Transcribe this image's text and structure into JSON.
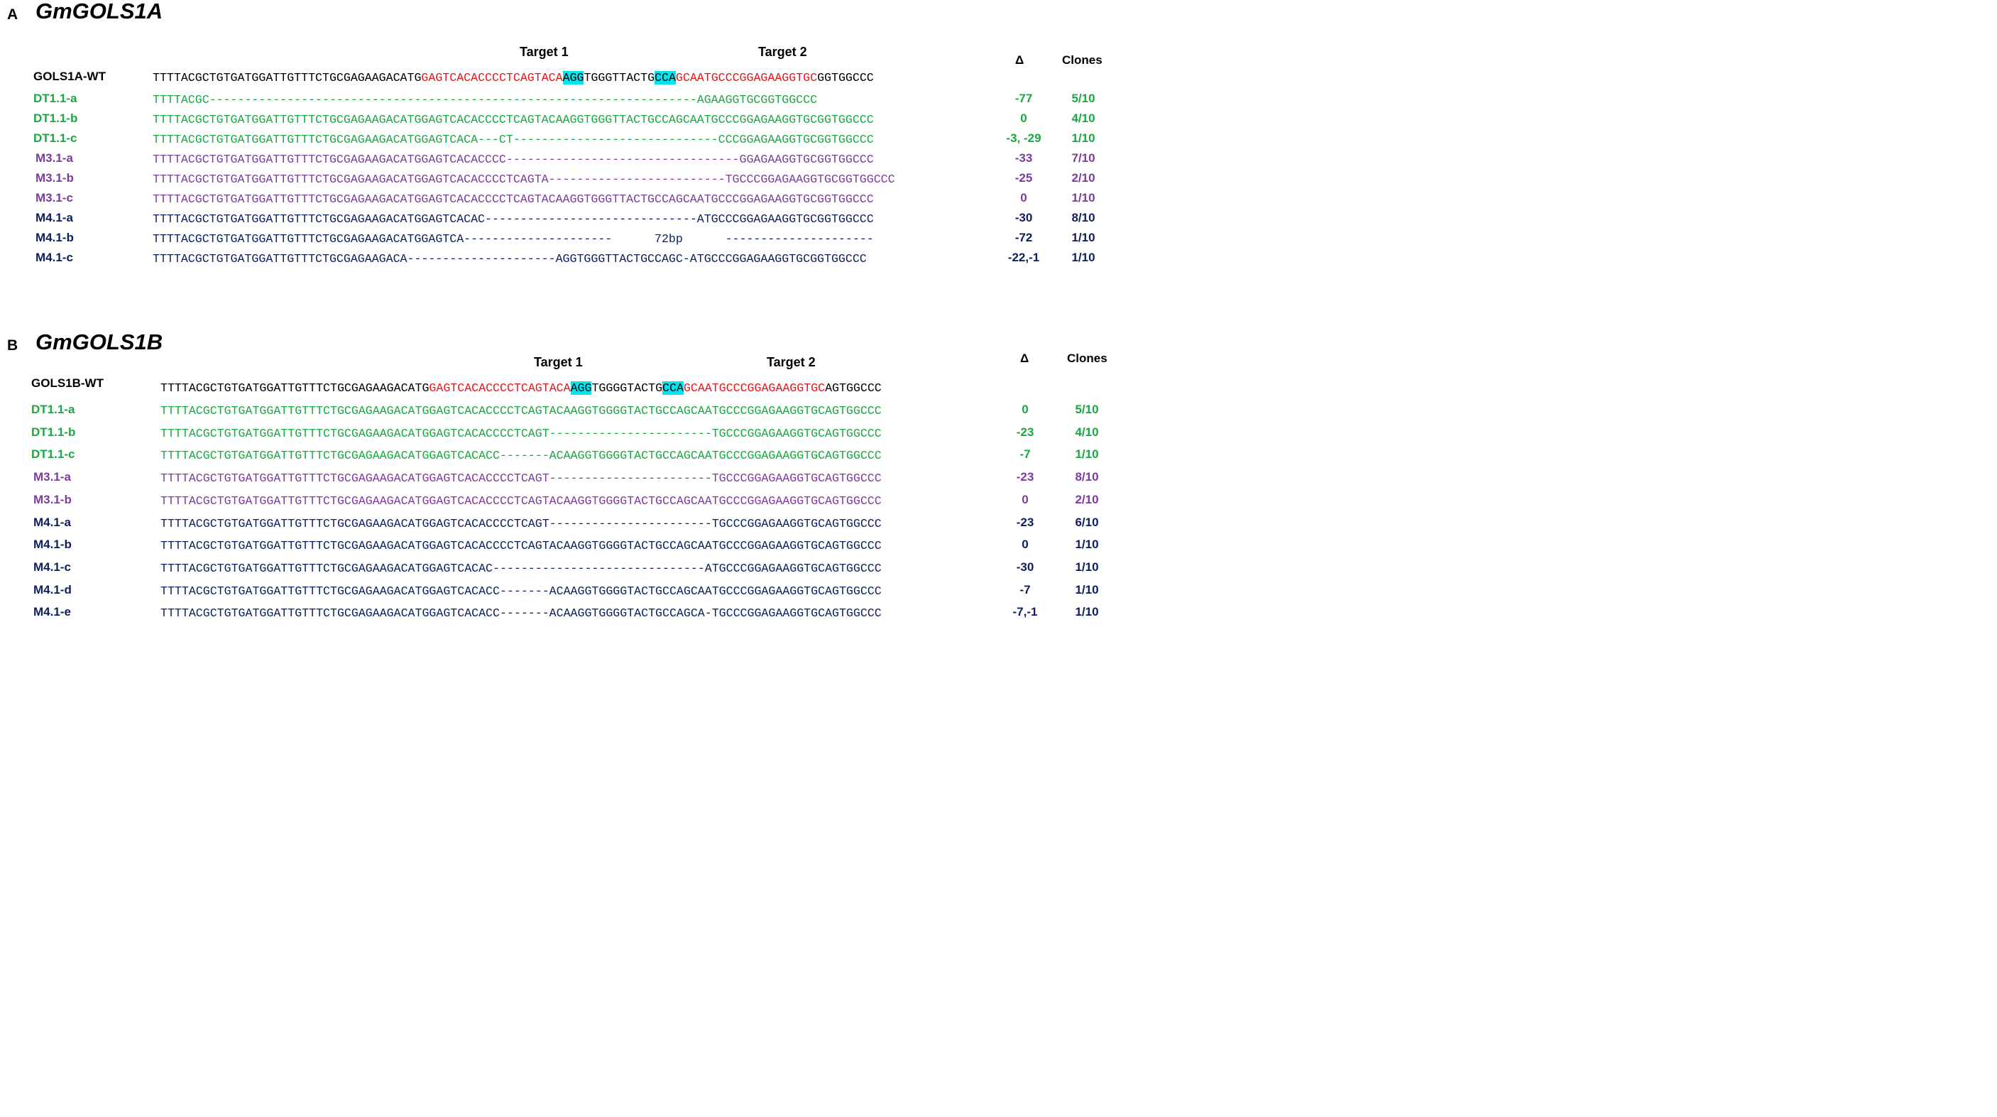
{
  "panels": [
    {
      "letter": "A",
      "gene": "GmGOLS1A",
      "target1": "Target 1",
      "target2": "Target 2",
      "delta_header": "Δ",
      "clones_header": "Clones",
      "wt": {
        "label": "GOLS1A-WT",
        "pre": "TTTTACGCTGTGATGGATTGTTTCTGCGAGAAGACATG",
        "t1": "GAGTCACACCCCTCAGTACA",
        "pam1": "AGG",
        "mid": "TGGGTTACTG",
        "pam2": "CCA",
        "t2": "GCAATGCCCGGAGAAGGTGC",
        "post": "GGTGGCCC"
      },
      "rows": [
        {
          "label": "DT1.1-a",
          "seq": "TTTTACGC---------------------------------------------------------------------AGAAGGTGCGGTGGCCC",
          "delta": "-77",
          "clones": "5/10",
          "color": "green"
        },
        {
          "label": "DT1.1-b",
          "seq": "TTTTACGCTGTGATGGATTGTTTCTGCGAGAAGACATGGAGTCACACCCCTCAGTACAAGGTGGGTTACTGCCAGCAATGCCCGGAGAAGGTGCGGTGGCCC",
          "delta": "0",
          "clones": "4/10",
          "color": "green"
        },
        {
          "label": "DT1.1-c",
          "seq": "TTTTACGCTGTGATGGATTGTTTCTGCGAGAAGACATGGAGTCACA---CT-----------------------------CCCGGAGAAGGTGCGGTGGCCC",
          "delta": "-3, -29",
          "clones": "1/10",
          "color": "green"
        },
        {
          "label": "M3.1-a",
          "seq": "TTTTACGCTGTGATGGATTGTTTCTGCGAGAAGACATGGAGTCACACCCC---------------------------------GGAGAAGGTGCGGTGGCCC",
          "delta": "-33",
          "clones": "7/10",
          "color": "purple"
        },
        {
          "label": "M3.1-b",
          "seq": "TTTTACGCTGTGATGGATTGTTTCTGCGAGAAGACATGGAGTCACACCCCTCAGTA-------------------------TGCCCGGAGAAGGTGCGGTGGCCC",
          "delta": "-25",
          "clones": "2/10",
          "color": "purple"
        },
        {
          "label": "M3.1-c",
          "seq": "TTTTACGCTGTGATGGATTGTTTCTGCGAGAAGACATGGAGTCACACCCCTCAGTACAAGGTGGGTTACTGCCAGCAATGCCCGGAGAAGGTGCGGTGGCCC",
          "delta": "0",
          "clones": "1/10",
          "color": "purple"
        },
        {
          "label": "M4.1-a",
          "seq": "TTTTACGCTGTGATGGATTGTTTCTGCGAGAAGACATGGAGTCACAC------------------------------ATGCCCGGAGAAGGTGCGGTGGCCC",
          "delta": "-30",
          "clones": "8/10",
          "color": "navy"
        },
        {
          "label": "M4.1-b",
          "seq": "TTTTACGCTGTGATGGATTGTTTCTGCGAGAAGACATGGAGTCA---------------------      72bp      ---------------------",
          "delta": "-72",
          "clones": "1/10",
          "color": "navy"
        },
        {
          "label": "M4.1-c",
          "seq": "TTTTACGCTGTGATGGATTGTTTCTGCGAGAAGACA---------------------AGGTGGGTTACTGCCAGC-ATGCCCGGAGAAGGTGCGGTGGCCC",
          "delta": "-22,-1",
          "clones": "1/10",
          "color": "navy"
        }
      ]
    },
    {
      "letter": "B",
      "gene": "GmGOLS1B",
      "target1": "Target 1",
      "target2": "Target 2",
      "delta_header": "Δ",
      "clones_header": "Clones",
      "wt": {
        "label": "GOLS1B-WT",
        "pre": "TTTTACGCTGTGATGGATTGTTTCTGCGAGAAGACATG",
        "t1": "GAGTCACACCCCTCAGTACA",
        "pam1": "AGG",
        "mid": "TGGGGTACTG",
        "pam2": "CCA",
        "t2": "GCAATGCCCGGAGAAGGTGC",
        "post": "AGTGGCCC"
      },
      "rows": [
        {
          "label": "DT1.1-a",
          "seq": "TTTTACGCTGTGATGGATTGTTTCTGCGAGAAGACATGGAGTCACACCCCTCAGTACAAGGTGGGGTACTGCCAGCAATGCCCGGAGAAGGTGCAGTGGCCC",
          "delta": "0",
          "clones": "5/10",
          "color": "green"
        },
        {
          "label": "DT1.1-b",
          "seq": "TTTTACGCTGTGATGGATTGTTTCTGCGAGAAGACATGGAGTCACACCCCTCAGT-----------------------TGCCCGGAGAAGGTGCAGTGGCCC",
          "delta": "-23",
          "clones": "4/10",
          "color": "green"
        },
        {
          "label": "DT1.1-c",
          "seq": "TTTTACGCTGTGATGGATTGTTTCTGCGAGAAGACATGGAGTCACACC-------ACAAGGTGGGGTACTGCCAGCAATGCCCGGAGAAGGTGCAGTGGCCC",
          "delta": "-7",
          "clones": "1/10",
          "color": "green"
        },
        {
          "label": "M3.1-a",
          "seq": "TTTTACGCTGTGATGGATTGTTTCTGCGAGAAGACATGGAGTCACACCCCTCAGT-----------------------TGCCCGGAGAAGGTGCAGTGGCCC",
          "delta": "-23",
          "clones": "8/10",
          "color": "purple"
        },
        {
          "label": "M3.1-b",
          "seq": "TTTTACGCTGTGATGGATTGTTTCTGCGAGAAGACATGGAGTCACACCCCTCAGTACAAGGTGGGGTACTGCCAGCAATGCCCGGAGAAGGTGCAGTGGCCC",
          "delta": "0",
          "clones": "2/10",
          "color": "purple"
        },
        {
          "label": "M4.1-a",
          "seq": "TTTTACGCTGTGATGGATTGTTTCTGCGAGAAGACATGGAGTCACACCCCTCAGT-----------------------TGCCCGGAGAAGGTGCAGTGGCCC",
          "delta": "-23",
          "clones": "6/10",
          "color": "navy"
        },
        {
          "label": "M4.1-b",
          "seq": "TTTTACGCTGTGATGGATTGTTTCTGCGAGAAGACATGGAGTCACACCCCTCAGTACAAGGTGGGGTACTGCCAGCAATGCCCGGAGAAGGTGCAGTGGCCC",
          "delta": "0",
          "clones": "1/10",
          "color": "navy"
        },
        {
          "label": "M4.1-c",
          "seq": "TTTTACGCTGTGATGGATTGTTTCTGCGAGAAGACATGGAGTCACAC------------------------------ATGCCCGGAGAAGGTGCAGTGGCCC",
          "delta": "-30",
          "clones": "1/10",
          "color": "navy"
        },
        {
          "label": "M4.1-d",
          "seq": "TTTTACGCTGTGATGGATTGTTTCTGCGAGAAGACATGGAGTCACACC-------ACAAGGTGGGGTACTGCCAGCAATGCCCGGAGAAGGTGCAGTGGCCC",
          "delta": "-7",
          "clones": "1/10",
          "color": "navy"
        },
        {
          "label": "M4.1-e",
          "seq": "TTTTACGCTGTGATGGATTGTTTCTGCGAGAAGACATGGAGTCACACC-------ACAAGGTGGGGTACTGCCAGCA-TGCCCGGAGAAGGTGCAGTGGCCC",
          "delta": "-7,-1",
          "clones": "1/10",
          "color": "navy"
        }
      ]
    }
  ]
}
